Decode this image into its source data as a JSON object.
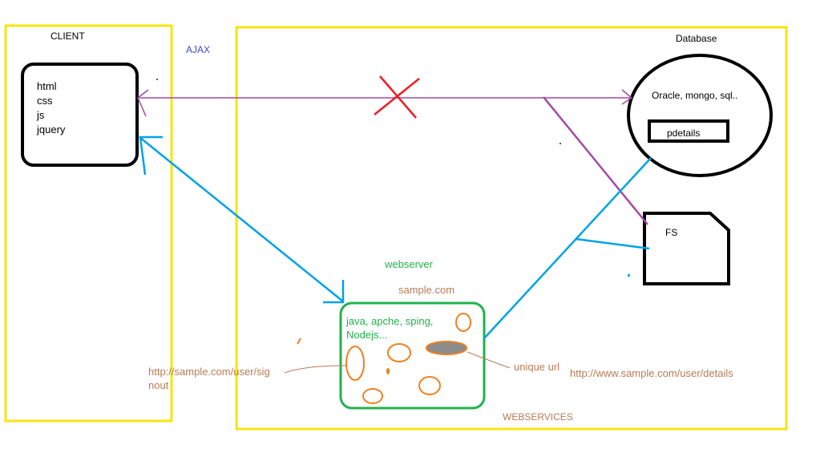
{
  "client": {
    "title": "CLIENT",
    "techs": [
      "html",
      "css",
      "js",
      "jquery"
    ]
  },
  "ajax_label": "AJAX",
  "database": {
    "title": "Database",
    "engines": "Oracle, mongo, sql..",
    "table": "pdetails"
  },
  "fs_label": "FS",
  "webserver": {
    "title": "webserver",
    "domain": "sample.com",
    "stack_line1": "java, apche, sping,",
    "stack_line2": "Nodejs..."
  },
  "urls": {
    "signout_line1": "http://sample.com/user/sig",
    "signout_line2": "nout",
    "unique_url": "unique url",
    "details_url": "http://www.sample.com/user/details"
  },
  "webservices_label": "WEBSERVICES",
  "colors": {
    "frame": "#f5e50f",
    "box": "#000000",
    "webserver_box": "#22b14c",
    "blue_arrow": "#00a2e8",
    "purple_arrow": "#a349a4",
    "red_cross": "#ed1c24",
    "orange": "#f07f1e",
    "brown_text": "#b97a57",
    "ajax_text": "#3f48cc",
    "green_text": "#22b14c"
  }
}
